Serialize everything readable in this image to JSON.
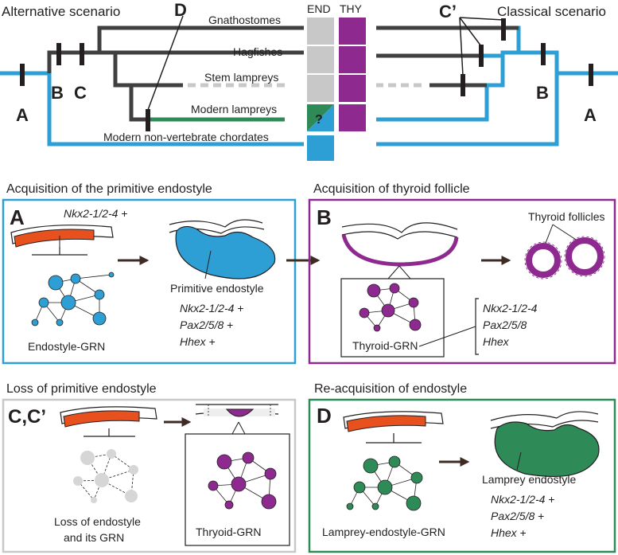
{
  "colors": {
    "blue": "#2e9fd4",
    "purple": "#8e2a8f",
    "green": "#2e8b57",
    "orange": "#e8501e",
    "grey": "#c8c8c8",
    "dark": "#404040",
    "brown": "#3d2b24"
  },
  "tree": {
    "left_title": "Alternative scenario",
    "right_title": "Classical scenario",
    "taxa": [
      "Gnathostomes",
      "Hagfishes",
      "Stem lampreys",
      "Modern lampreys",
      "Modern non-vertebrate chordates"
    ],
    "column_end": "END",
    "column_thy": "THY",
    "question": "?",
    "markers": {
      "a": "A",
      "b": "B",
      "c": "C",
      "d": "D",
      "c_prime": "C’"
    }
  },
  "panels": {
    "a": {
      "heading": "Acquisition of the primitive endostyle",
      "letter": "A",
      "gene_label": "Nkx2-1/2-4",
      "gene_plus": " +",
      "grn_label": "Endostyle-GRN",
      "structure_label": "Primitive endostyle",
      "genes": [
        "Nkx2-1/2-4",
        "Pax2/5/8",
        "Hhex"
      ],
      "plus": " +"
    },
    "b": {
      "heading": "Acquisition of thyroid follicle",
      "letter": "B",
      "follicle_label": "Thyroid follicles",
      "grn_label": "Thyroid-GRN",
      "genes": [
        "Nkx2-1/2-4",
        "Pax2/5/8",
        "Hhex"
      ]
    },
    "c": {
      "heading": "Loss of primitive endostyle",
      "letter": "C,C’",
      "loss_label_1": "Loss of endostyle",
      "loss_label_2": "and its GRN",
      "grn_label": "Thryoid-GRN"
    },
    "d": {
      "heading": "Re-acquisition of endostyle",
      "letter": "D",
      "grn_label": "Lamprey-endostyle-GRN",
      "structure_label": "Lamprey endostyle",
      "genes": [
        "Nkx2-1/2-4",
        "Pax2/5/8",
        "Hhex"
      ],
      "plus": " +"
    }
  }
}
